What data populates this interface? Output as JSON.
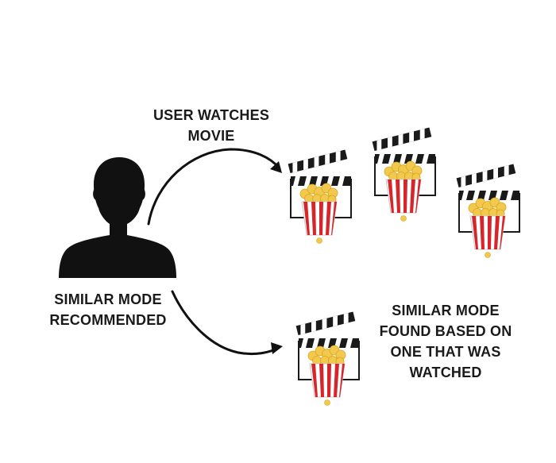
{
  "labels": {
    "user_watches": [
      "USER WATCHES",
      "MOVIE"
    ],
    "similar_recommended": [
      "SIMILAR MODE",
      "RECOMMENDED"
    ],
    "similar_found": [
      "SIMILAR MODE",
      "FOUND BASED ON",
      "ONE THAT WAS",
      "WATCHED"
    ]
  },
  "icons": {
    "user": "user-silhouette-icon",
    "movie": "clapperboard-popcorn-icon"
  },
  "colors": {
    "silhouette": "#111111",
    "arrow": "#111111",
    "popcorn_stripe": "#d6262b",
    "popcorn_kernel": "#f2c94c",
    "clapper": "#1a1a1a"
  }
}
